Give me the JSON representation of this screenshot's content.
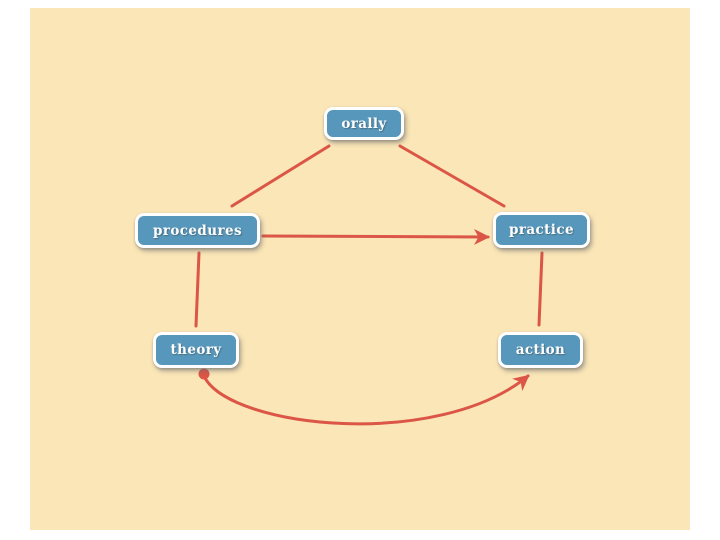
{
  "diagram": {
    "title": "",
    "nodes": [
      {
        "id": "orally",
        "label": "orally"
      },
      {
        "id": "procedures",
        "label": "procedures"
      },
      {
        "id": "practice",
        "label": "practice"
      },
      {
        "id": "theory",
        "label": "theory"
      },
      {
        "id": "action",
        "label": "action"
      }
    ],
    "edges": [
      {
        "from": "orally",
        "to": "procedures",
        "style": "straight",
        "arrow": "none"
      },
      {
        "from": "orally",
        "to": "practice",
        "style": "straight",
        "arrow": "none"
      },
      {
        "from": "procedures",
        "to": "practice",
        "style": "straight",
        "arrow": "end"
      },
      {
        "from": "procedures",
        "to": "theory",
        "style": "straight",
        "arrow": "none"
      },
      {
        "from": "practice",
        "to": "action",
        "style": "straight",
        "arrow": "none"
      },
      {
        "from": "theory",
        "to": "action",
        "style": "curved",
        "arrow": "end",
        "start_marker": "dot"
      }
    ],
    "colors": {
      "page_background": "#FFFFFF",
      "slide_background": "#FBE6B7",
      "node_fill": "#5697BB",
      "node_border": "#FFFFFF",
      "node_text": "#FFFFFF",
      "connector": "#DB5646"
    }
  }
}
